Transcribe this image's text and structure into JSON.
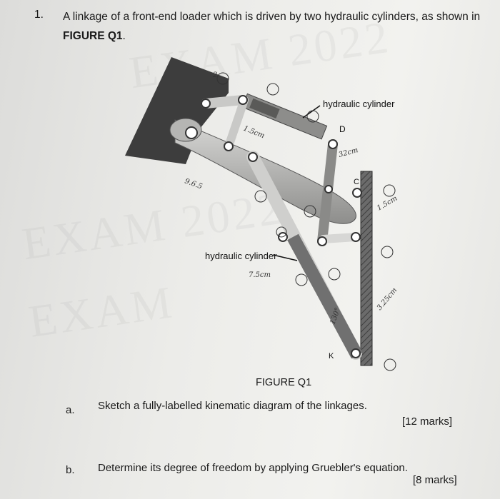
{
  "question": {
    "number": "1.",
    "text_prefix": "A linkage of a front-end loader which is driven by two hydraulic cylinders, as shown in ",
    "figure_ref": "FIGURE Q1",
    "text_suffix": "."
  },
  "figure": {
    "caption": "FIGURE Q1",
    "label_top_cylinder": "hydraulic cylinder",
    "label_bottom_cylinder": "hydraulic cylinder",
    "letters": {
      "D": "D",
      "C": "C",
      "K": "K"
    },
    "handwritten_notes": [
      "2",
      "9.6.5",
      "1.5cm",
      "7.5cm",
      "1.5cm",
      "3.25cm",
      "130°",
      "32cm"
    ]
  },
  "parts": [
    {
      "letter": "a.",
      "text": "Sketch a fully-labelled kinematic diagram of the linkages.",
      "marks": "[12 marks]"
    },
    {
      "letter": "b.",
      "text": "Determine its degree of freedom by applying Gruebler's equation.",
      "marks": "[8 marks]"
    }
  ]
}
